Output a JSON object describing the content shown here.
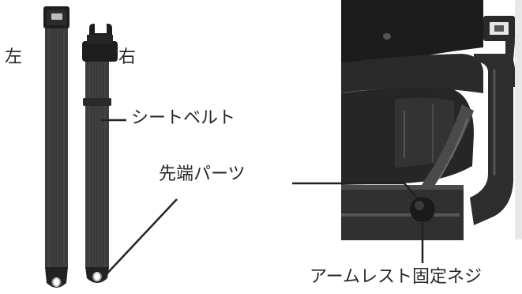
{
  "labels": {
    "left": "左",
    "right": "右",
    "seat_belt": "シートベルト",
    "tip_part": "先端パーツ",
    "armrest_screw": "アームレスト固定ネジ"
  },
  "colors": {
    "belt_webbing": "#3a3a3a",
    "belt_stripe": "#4a4a4a",
    "buckle": "#1e1e1e",
    "photo_dark": "#1c1c1c",
    "photo_mid": "#3c3c3c",
    "photo_light": "#7a7a7a",
    "leader_line": "#222222"
  }
}
